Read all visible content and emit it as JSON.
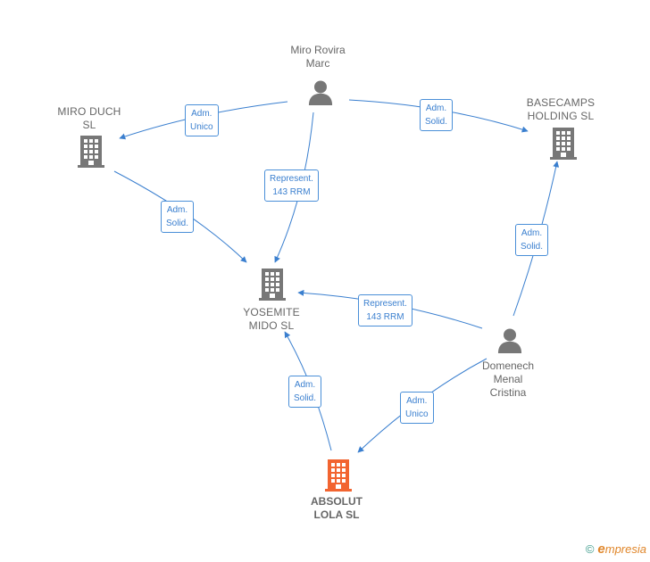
{
  "nodes": {
    "miro_rovira": {
      "label": "Miro Rovira\nMarc",
      "type": "person",
      "icon": "person-icon"
    },
    "miro_duch": {
      "label": "MIRO DUCH\nSL",
      "type": "company",
      "icon": "building-icon"
    },
    "basecamps": {
      "label": "BASECAMPS\nHOLDING  SL",
      "type": "company",
      "icon": "building-icon"
    },
    "yosemite": {
      "label": "YOSEMITE\nMIDO  SL",
      "type": "company",
      "icon": "building-icon"
    },
    "domenech": {
      "label": "Domenech\nMenal\nCristina",
      "type": "person",
      "icon": "person-icon"
    },
    "absolut": {
      "label": "ABSOLUT\nLOLA  SL",
      "type": "company",
      "icon": "building-icon",
      "highlight": true
    }
  },
  "edges": [
    {
      "id": "e1",
      "from": "miro_rovira",
      "to": "miro_duch",
      "label": "Adm.\nUnico"
    },
    {
      "id": "e2",
      "from": "miro_rovira",
      "to": "basecamps",
      "label": "Adm.\nSolid."
    },
    {
      "id": "e3",
      "from": "miro_rovira",
      "to": "yosemite",
      "label": "Represent.\n143 RRM"
    },
    {
      "id": "e4",
      "from": "miro_duch",
      "to": "yosemite",
      "label": "Adm.\nSolid."
    },
    {
      "id": "e5",
      "from": "domenech",
      "to": "yosemite",
      "label": "Represent.\n143 RRM"
    },
    {
      "id": "e6",
      "from": "domenech",
      "to": "basecamps",
      "label": "Adm.\nSolid."
    },
    {
      "id": "e7",
      "from": "domenech",
      "to": "absolut",
      "label": "Adm.\nUnico"
    },
    {
      "id": "e8",
      "from": "absolut",
      "to": "yosemite",
      "label": "Adm.\nSolid."
    }
  ],
  "colors": {
    "edge": "#3a7fcf",
    "node_gray": "#777777",
    "focus": "#f26430"
  },
  "footer": {
    "copyright": "©",
    "brand_initial": "e",
    "brand_rest": "mpresia"
  }
}
